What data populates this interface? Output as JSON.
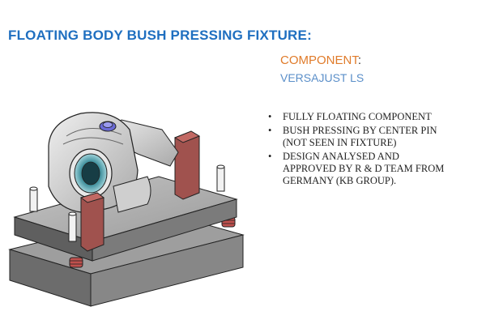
{
  "slide": {
    "title": "FLOATING BODY BUSH PRESSING FIXTURE:",
    "component": {
      "label": "COMPONENT",
      "colon": ":",
      "value": "VERSAJUST LS"
    },
    "bullets": [
      "FULLY FLOATING COMPONENT",
      "BUSH PRESSING BY CENTER PIN\n(NOT SEEN IN FIXTURE)",
      "DESIGN ANALYSED  AND\nAPPROVED BY R & D TEAM FROM\nGERMANY (KB GROUP)."
    ],
    "bullet_symbol": "•"
  },
  "figure": {
    "icon": "fixture-cad-drawing",
    "colors": {
      "plate": "#8c8c8c",
      "plate_top": "#b4b4b4",
      "plate_side": "#5f5f5f",
      "clamp": "#a0524e",
      "component": "#d6d6d6",
      "bush": "#3f8f9c",
      "pin": "#6b6bd6",
      "spring": "#c0504d"
    }
  }
}
